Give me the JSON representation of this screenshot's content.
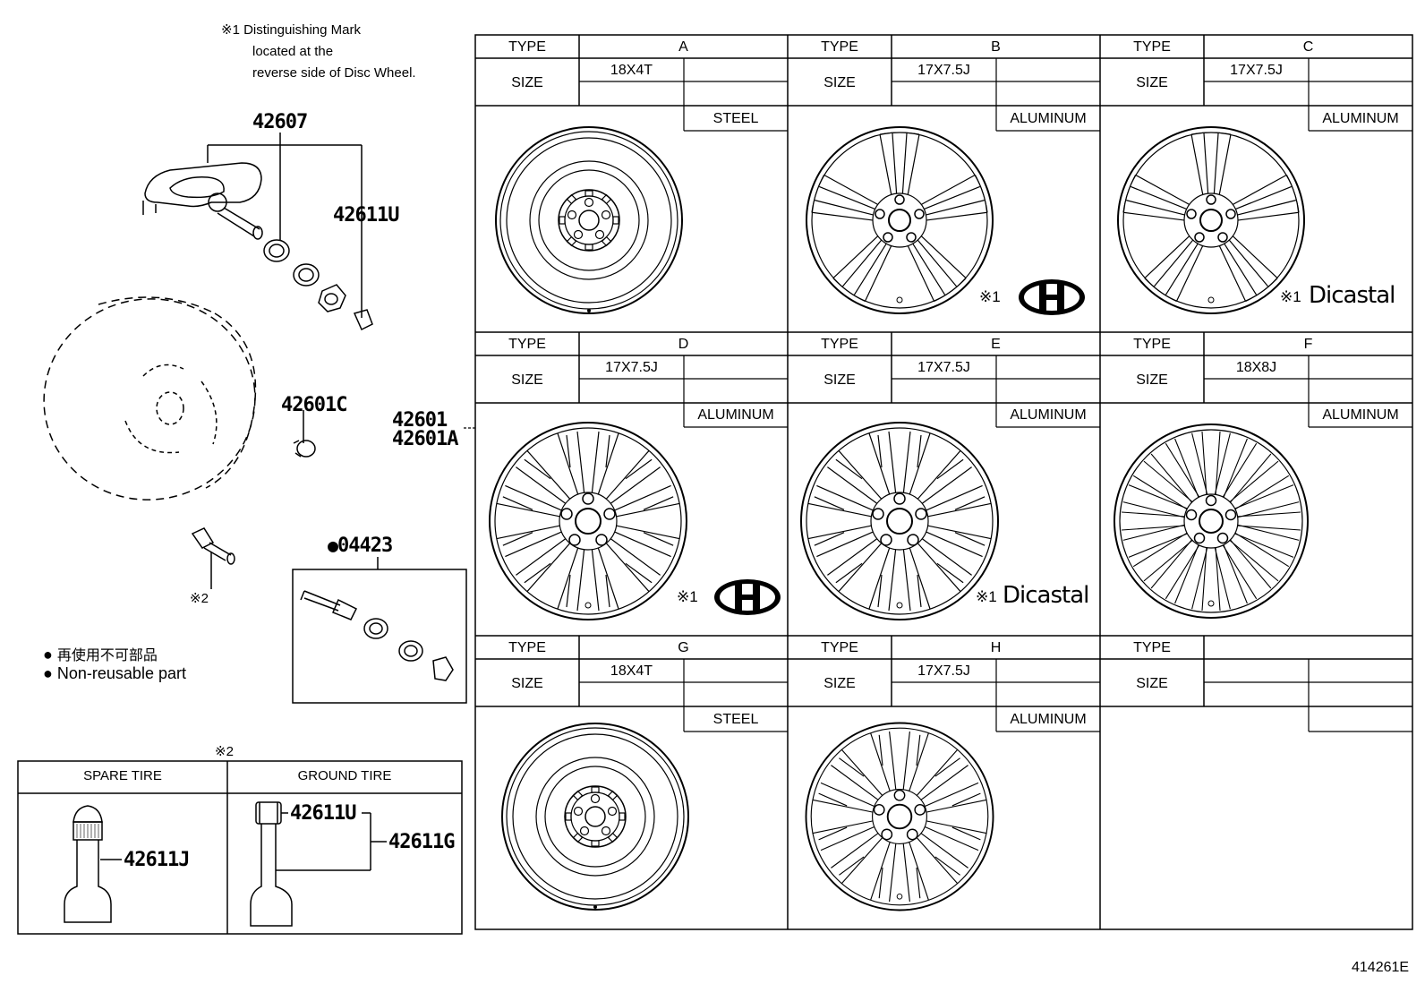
{
  "note": {
    "mark": "※1",
    "line1": "Distinguishing Mark",
    "line2": "located at the",
    "line3": "reverse side of Disc Wheel."
  },
  "parts": {
    "p42607": "42607",
    "p42611U": "42611U",
    "p42601C": "42601C",
    "p42601": "42601",
    "p42601A": "42601A",
    "p04423": "04423",
    "p04423_bullet": "●",
    "valve_mark": "※2"
  },
  "legend": {
    "jp_bullet": "●",
    "jp_text": "再使用不可部品",
    "en_bullet": "●",
    "en_text": "Non-reusable part"
  },
  "valve_table": {
    "mark": "※2",
    "spare_header": "SPARE TIRE",
    "ground_header": "GROUND TIRE",
    "spare_part": "42611J",
    "ground_cap": "42611U",
    "ground_valve": "42611G"
  },
  "wheel_table": {
    "type_label": "TYPE",
    "size_label": "SIZE",
    "cells": [
      {
        "type": "A",
        "size": "18X4T",
        "material": "STEEL",
        "mark": "",
        "brand": ""
      },
      {
        "type": "B",
        "size": "17X7.5J",
        "material": "ALUMINUM",
        "mark": "※1",
        "brand": "H-logo"
      },
      {
        "type": "C",
        "size": "17X7.5J",
        "material": "ALUMINUM",
        "mark": "※1",
        "brand": "Dicastal"
      },
      {
        "type": "D",
        "size": "17X7.5J",
        "material": "ALUMINUM",
        "mark": "※1",
        "brand": "H-logo"
      },
      {
        "type": "E",
        "size": "17X7.5J",
        "material": "ALUMINUM",
        "mark": "※1",
        "brand": "Dicastal"
      },
      {
        "type": "F",
        "size": "18X8J",
        "material": "ALUMINUM",
        "mark": "",
        "brand": ""
      },
      {
        "type": "G",
        "size": "18X4T",
        "material": "STEEL",
        "mark": "",
        "brand": ""
      },
      {
        "type": "H",
        "size": "17X7.5J",
        "material": "ALUMINUM",
        "mark": "",
        "brand": ""
      },
      {
        "type": "",
        "size": "",
        "material": "",
        "mark": "",
        "brand": ""
      }
    ]
  },
  "figure_id": "414261E"
}
